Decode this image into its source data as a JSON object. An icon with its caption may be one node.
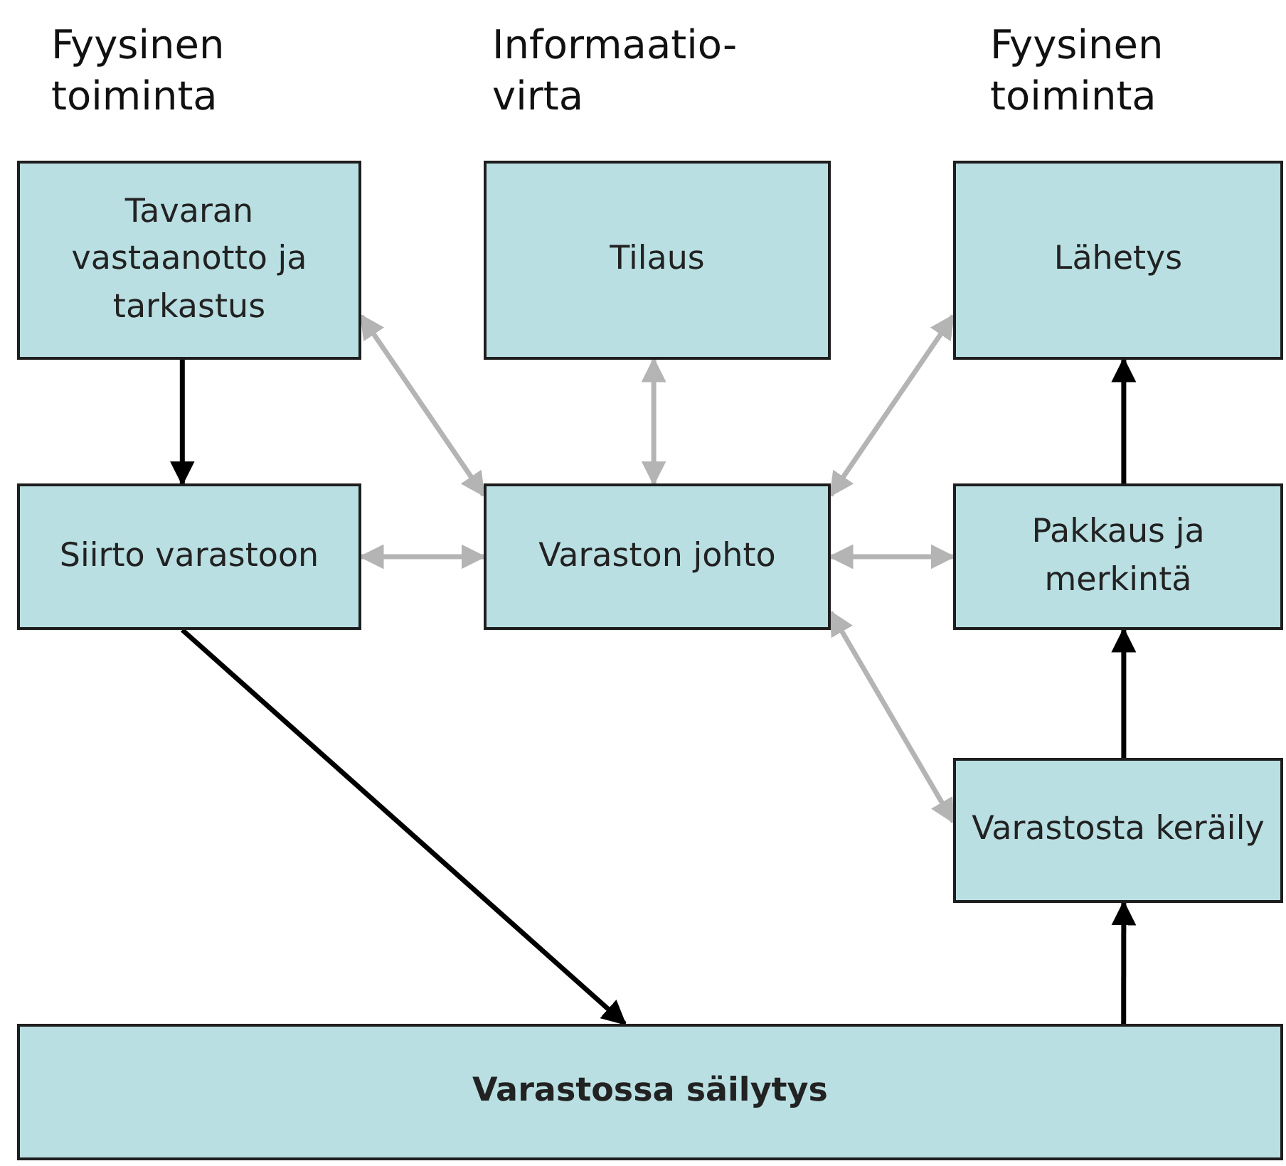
{
  "diagram": {
    "nodes": [
      {
        "text": [
          "Tavaran vastaanotto ja tarkastus"
        ]
      },
      {
        "text": [
          "Tilaus"
        ]
      },
      {
        "text": [
          "Lähetys"
        ]
      },
      {
        "text": [
          "Siirto varastoon"
        ]
      },
      {
        "text": [
          "Varaston johto"
        ]
      },
      {
        "text": [
          "Pakkaus ja merkintä"
        ]
      },
      {
        "text": [
          "Varastosta keräily"
        ]
      },
      {
        "text": [
          "Varastossa säilytys"
        ]
      }
    ],
    "edges": [
      {
        "from": 0,
        "to": 3,
        "arrow": "to",
        "color": "#000000"
      },
      {
        "from": 0,
        "to": 4,
        "arrow": "both"
      },
      {
        "from": 1,
        "to": 4,
        "arrow": "both"
      },
      {
        "from": 4,
        "to": 2,
        "arrow": "both"
      },
      {
        "from": 3,
        "to": 4,
        "arrow": "both"
      },
      {
        "from": 4,
        "to": 5,
        "arrow": "both"
      },
      {
        "from": 4,
        "to": 6,
        "arrow": "both"
      },
      {
        "from": 3,
        "to": 7,
        "arrow": "to",
        "color": "#000000"
      },
      {
        "from": 7,
        "to": 6,
        "arrow": "to",
        "color": "#000000"
      },
      {
        "from": 6,
        "to": 5,
        "arrow": "to",
        "color": "#000000"
      },
      {
        "from": 5,
        "to": 2,
        "arrow": "to",
        "color": "#000000"
      }
    ],
    "labels": [
      "Fyysinen toiminta",
      "Informaatio- virta",
      "Fyysinen toiminta"
    ]
  }
}
